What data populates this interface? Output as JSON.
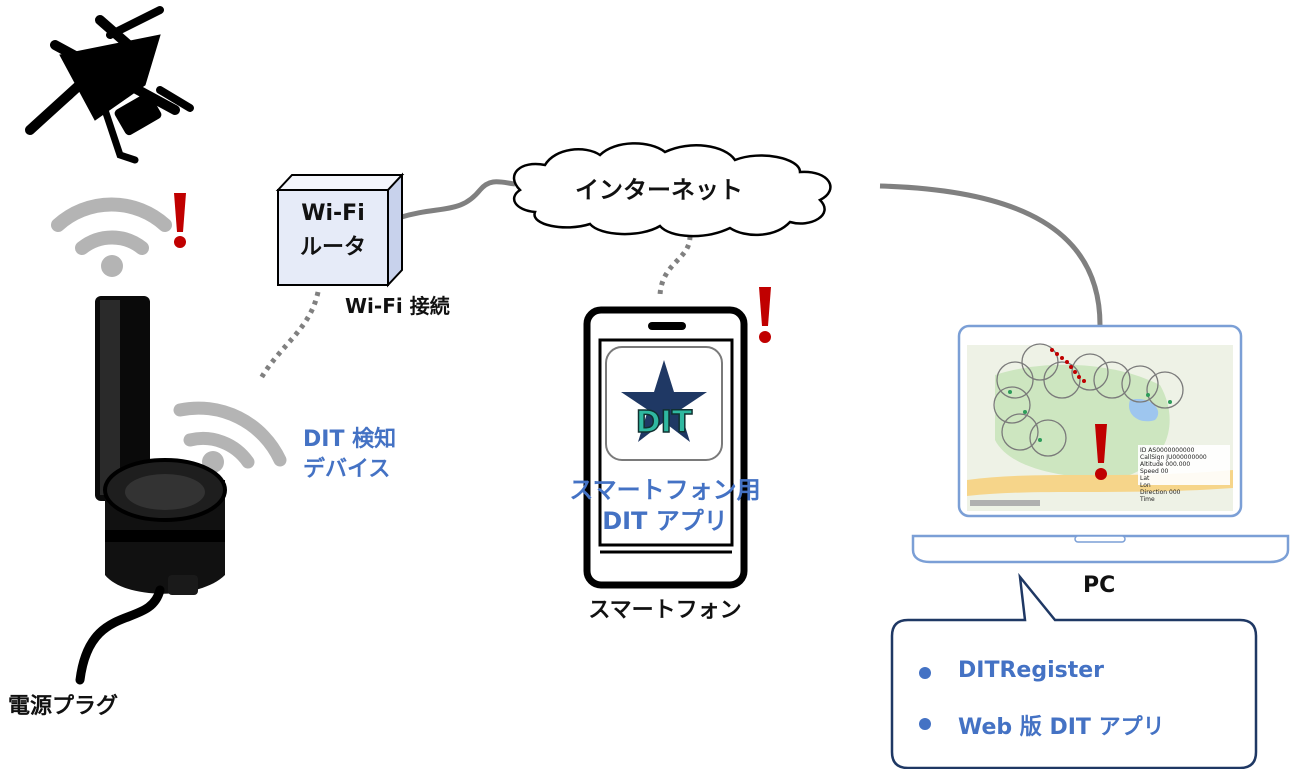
{
  "labels": {
    "internet": "インターネット",
    "router_line1": "Wi-Fi",
    "router_line2": "ルータ",
    "wifi_connection": "Wi-Fi 接続",
    "dit_device_line1": "DIT 検知",
    "dit_device_line2": "デバイス",
    "smartphone_app_line1": "スマートフォン用",
    "smartphone_app_line2": "DIT アプリ",
    "smartphone": "スマートフォン",
    "pc": "PC",
    "power_plug": "電源プラグ",
    "app_icon_text": "DIT"
  },
  "pc_apps": [
    "DITRegister",
    "Web 版 DIT アプリ"
  ],
  "map_info": {
    "lines": [
      "ID AS0000000000",
      "CallSign JU000000000",
      "Altitude 000.000",
      "Speed 00",
      "Lat",
      "Lon",
      "Direction 000",
      "Time"
    ]
  },
  "colors": {
    "accent_blue": "#4472c4",
    "alert_red": "#c00000",
    "text": "#111111",
    "wifi_gray": "#b4b4b4"
  },
  "icons": [
    "drone-icon",
    "wifi-signal-icon",
    "alert-icon",
    "cloud-icon",
    "router-box-icon",
    "smartphone-icon",
    "laptop-icon",
    "power-cable-icon"
  ]
}
